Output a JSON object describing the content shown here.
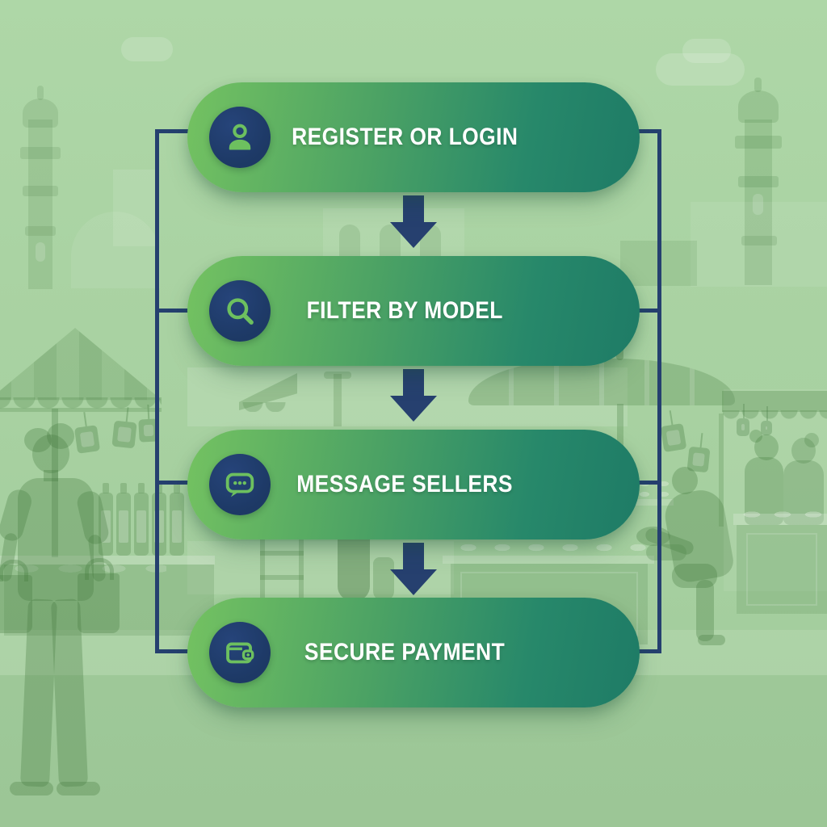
{
  "steps": [
    {
      "label": "REGISTER OR LOGIN",
      "icon": "user-icon"
    },
    {
      "label": "FILTER BY MODEL",
      "icon": "search-icon"
    },
    {
      "label": "MESSAGE SELLERS",
      "icon": "chat-bubble-icon"
    },
    {
      "label": "SECURE PAYMENT",
      "icon": "wallet-icon"
    }
  ],
  "palette": {
    "pill_gradient_start": "#74c261",
    "pill_gradient_end": "#1e7b66",
    "icon_circle_navy": "#1d3965",
    "icon_glyph_green": "#6dc05f",
    "connector_navy": "#25406f",
    "label_text": "#ffffff",
    "background_green": "#a7d1a0"
  }
}
